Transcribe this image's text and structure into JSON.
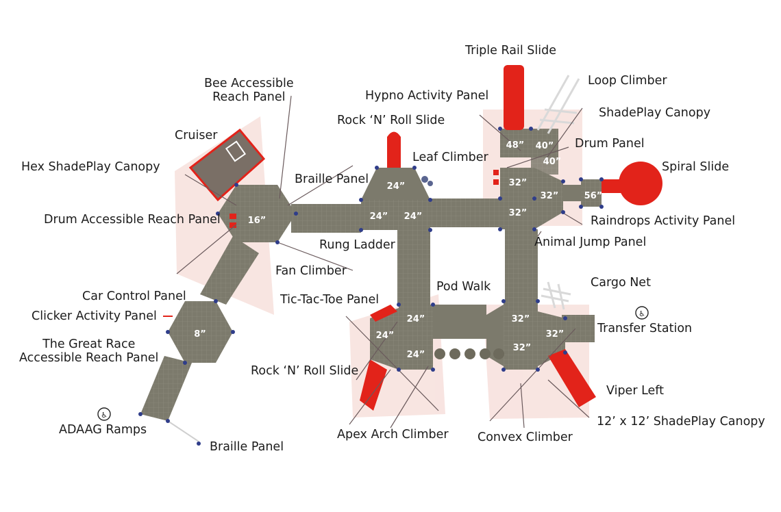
{
  "colors": {
    "deck": "#7c7a6c",
    "deck_dark": "#6f6d61",
    "accent_red": "#e2231a",
    "shade_pink": "#f6dcd7",
    "post_blue": "#2f3d8a",
    "leader": "#6a5a5c"
  },
  "icons": {
    "ada_1": "wheelchair-accessible-icon",
    "ada_2": "wheelchair-accessible-icon"
  },
  "labels": {
    "triple_rail_slide": "Triple Rail Slide",
    "loop_climber": "Loop Climber",
    "bee_accessible_reach_panel": "Bee Accessible\nReach Panel",
    "hypno_activity_panel": "Hypno Activity Panel",
    "shadeplay_canopy": "ShadePlay Canopy",
    "rock_n_roll_slide_top": "Rock ‘N’ Roll Slide",
    "cruiser": "Cruiser",
    "drum_panel": "Drum Panel",
    "leaf_climber": "Leaf Climber",
    "hex_shadeplay_canopy": "Hex ShadePlay Canopy",
    "spiral_slide": "Spiral Slide",
    "braille_panel_top": "Braille Panel",
    "drum_accessible_reach_panel": "Drum Accessible Reach Panel",
    "raindrops_activity_panel": "Raindrops Activity Panel",
    "rung_ladder": "Rung Ladder",
    "animal_jump_panel": "Animal Jump Panel",
    "fan_climber": "Fan Climber",
    "cargo_net": "Cargo Net",
    "pod_walk": "Pod Walk",
    "car_control_panel": "Car Control Panel",
    "tic_tac_toe_panel": "Tic-Tac-Toe Panel",
    "clicker_activity_panel": "Clicker Activity Panel",
    "transfer_station": "Transfer Station",
    "the_great_race": "The Great Race\nAccessible Reach Panel",
    "rock_n_roll_slide_bottom": "Rock ‘N’ Roll Slide",
    "viper_left": "Viper Left",
    "adaag_ramps": "ADAAG Ramps",
    "shadeplay_canopy_12": "12’ x 12’ ShadePlay Canopy",
    "apex_arch_climber": "Apex Arch Climber",
    "convex_climber": "Convex Climber",
    "braille_panel_bottom": "Braille Panel"
  },
  "deck_heights": {
    "hex_top": "16”",
    "hex_bottom": "8”",
    "tri_top": "24”",
    "sq_mid_left": "24”",
    "sq_mid_right": "24”",
    "r_48": "48”",
    "r_40a": "40”",
    "r_40b": "40”",
    "r_32a": "32”",
    "r_32b": "32”",
    "r_32c": "32”",
    "r_56": "56”",
    "bl_24a": "24”",
    "bl_24b": "24”",
    "bl_24c": "24”",
    "br_32a": "32”",
    "br_32b": "32”",
    "br_32c": "32”"
  }
}
